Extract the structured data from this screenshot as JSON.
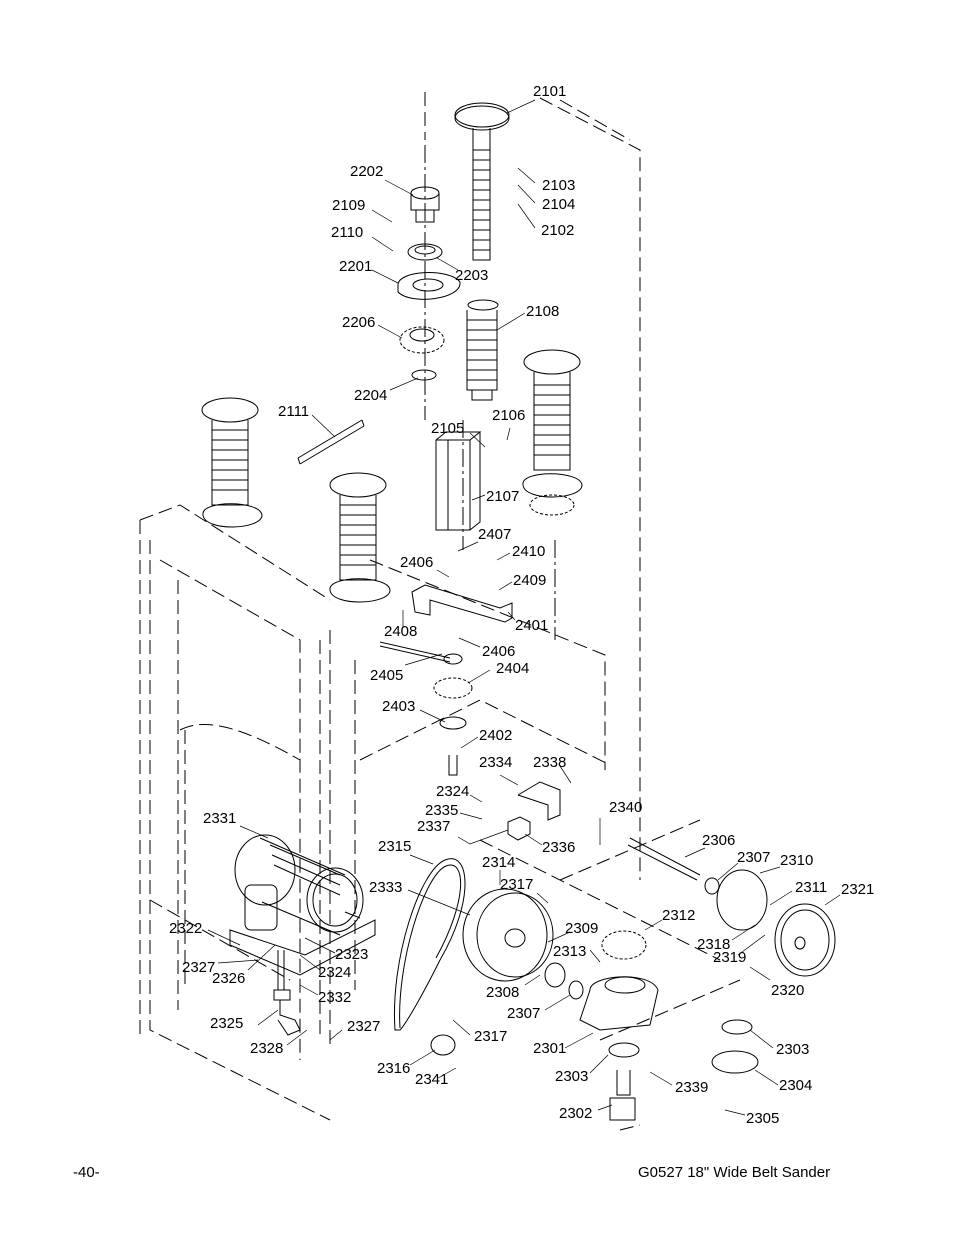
{
  "document": {
    "page_number": "-40-",
    "title": "G0527  18\" Wide Belt Sander",
    "figure_type": "exploded parts diagram"
  },
  "labels": [
    {
      "id": "2101"
    },
    {
      "id": "2202"
    },
    {
      "id": "2103"
    },
    {
      "id": "2109"
    },
    {
      "id": "2104"
    },
    {
      "id": "2110"
    },
    {
      "id": "2102"
    },
    {
      "id": "2201"
    },
    {
      "id": "2203"
    },
    {
      "id": "2108"
    },
    {
      "id": "2206"
    },
    {
      "id": "2204"
    },
    {
      "id": "2111"
    },
    {
      "id": "2106"
    },
    {
      "id": "2105"
    },
    {
      "id": "2107"
    },
    {
      "id": "2407"
    },
    {
      "id": "2406"
    },
    {
      "id": "2410"
    },
    {
      "id": "2409"
    },
    {
      "id": "2401"
    },
    {
      "id": "2408"
    },
    {
      "id": "2406"
    },
    {
      "id": "2405"
    },
    {
      "id": "2404"
    },
    {
      "id": "2403"
    },
    {
      "id": "2402"
    },
    {
      "id": "2334"
    },
    {
      "id": "2338"
    },
    {
      "id": "2324"
    },
    {
      "id": "2335"
    },
    {
      "id": "2337"
    },
    {
      "id": "2336"
    },
    {
      "id": "2340"
    },
    {
      "id": "2331"
    },
    {
      "id": "2315"
    },
    {
      "id": "2314"
    },
    {
      "id": "2306"
    },
    {
      "id": "2307"
    },
    {
      "id": "2310"
    },
    {
      "id": "2333"
    },
    {
      "id": "2317"
    },
    {
      "id": "2311"
    },
    {
      "id": "2321"
    },
    {
      "id": "2322"
    },
    {
      "id": "2309"
    },
    {
      "id": "2312"
    },
    {
      "id": "2313"
    },
    {
      "id": "2318"
    },
    {
      "id": "2319"
    },
    {
      "id": "2323"
    },
    {
      "id": "2327"
    },
    {
      "id": "2326"
    },
    {
      "id": "2324"
    },
    {
      "id": "2320"
    },
    {
      "id": "2332"
    },
    {
      "id": "2308"
    },
    {
      "id": "2307"
    },
    {
      "id": "2325"
    },
    {
      "id": "2327"
    },
    {
      "id": "2317"
    },
    {
      "id": "2328"
    },
    {
      "id": "2301"
    },
    {
      "id": "2303"
    },
    {
      "id": "2316"
    },
    {
      "id": "2341"
    },
    {
      "id": "2303"
    },
    {
      "id": "2304"
    },
    {
      "id": "2339"
    },
    {
      "id": "2302"
    },
    {
      "id": "2305"
    }
  ]
}
